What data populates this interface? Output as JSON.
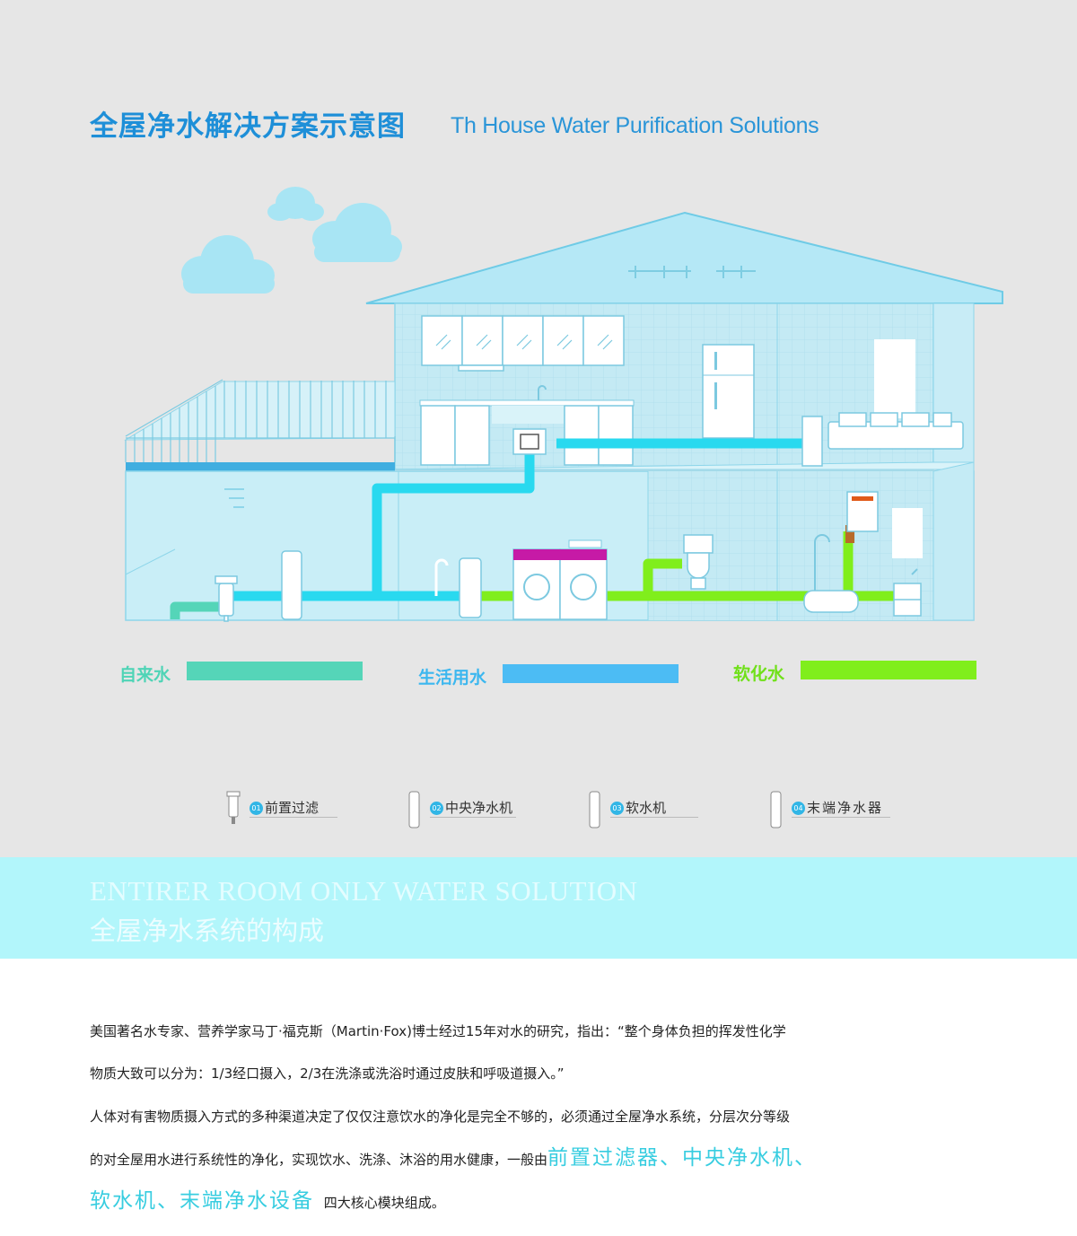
{
  "header": {
    "title_cn": "全屋净水解决方案示意图",
    "title_en": "Th House Water Purification Solutions"
  },
  "legend": [
    {
      "label": "自来水",
      "color": "#55d5b8"
    },
    {
      "label": "生活用水",
      "color": "#4cbcf4"
    },
    {
      "label": "软化水",
      "color": "#80ee1c"
    }
  ],
  "components": [
    {
      "num": "01",
      "label": "前置过滤"
    },
    {
      "num": "02",
      "label": "中央净水机"
    },
    {
      "num": "03",
      "label": "软水机"
    },
    {
      "num": "04",
      "label": "末端净水器"
    }
  ],
  "band": {
    "title_en": "ENTIRER ROOM ONLY WATER SOLUTION",
    "title_cn": "全屋净水系统的构成"
  },
  "body": {
    "line1": "美国著名水专家、营养学家马丁·福克斯（Martin·Fox)博士经过15年对水的研究，指出：“整个身体负担的挥发性化学",
    "line2": "物质大致可以分为：1/3经口摄入，2/3在洗涤或洗浴时通过皮肤和呼吸道摄入。”",
    "line3": "人体对有害物质摄入方式的多种渠道决定了仅仅注意饮水的净化是完全不够的，必须通过全屋净水系统，分层次分等级",
    "line4_prefix": "的对全屋用水进行系统性的净化，实现饮水、洗涤、沐浴的用水健康，一般由",
    "line4_highlight": "前置过滤器、中央净水机、",
    "line5_highlight": "软水机、末端净水设备",
    "line5_suffix": "四大核心模块组成。"
  }
}
